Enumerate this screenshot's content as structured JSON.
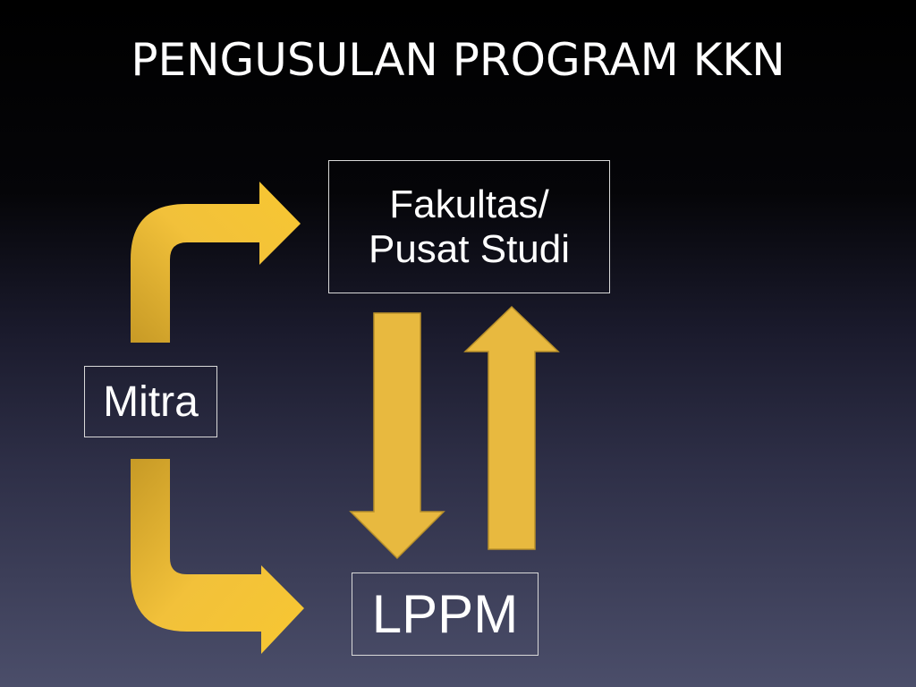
{
  "slide": {
    "title": "PENGUSULAN PROGRAM KKN"
  },
  "nodes": {
    "fakultas_line1": "Fakultas/",
    "fakultas_line2": "Pusat Studi",
    "mitra": "Mitra",
    "lppm": "LPPM"
  },
  "colors": {
    "arrow_fill": "#e8b93f",
    "arrow_stroke": "#b8902a",
    "box_border": "#d9d9d9",
    "text": "#ffffff"
  },
  "arrows": [
    {
      "from": "Mitra",
      "to": "Fakultas/ Pusat Studi",
      "shape": "bent-up-right"
    },
    {
      "from": "Mitra",
      "to": "LPPM",
      "shape": "bent-down-right"
    },
    {
      "from": "Fakultas/ Pusat Studi",
      "to": "LPPM",
      "shape": "straight-down"
    },
    {
      "from": "LPPM",
      "to": "Fakultas/ Pusat Studi",
      "shape": "straight-up"
    }
  ]
}
